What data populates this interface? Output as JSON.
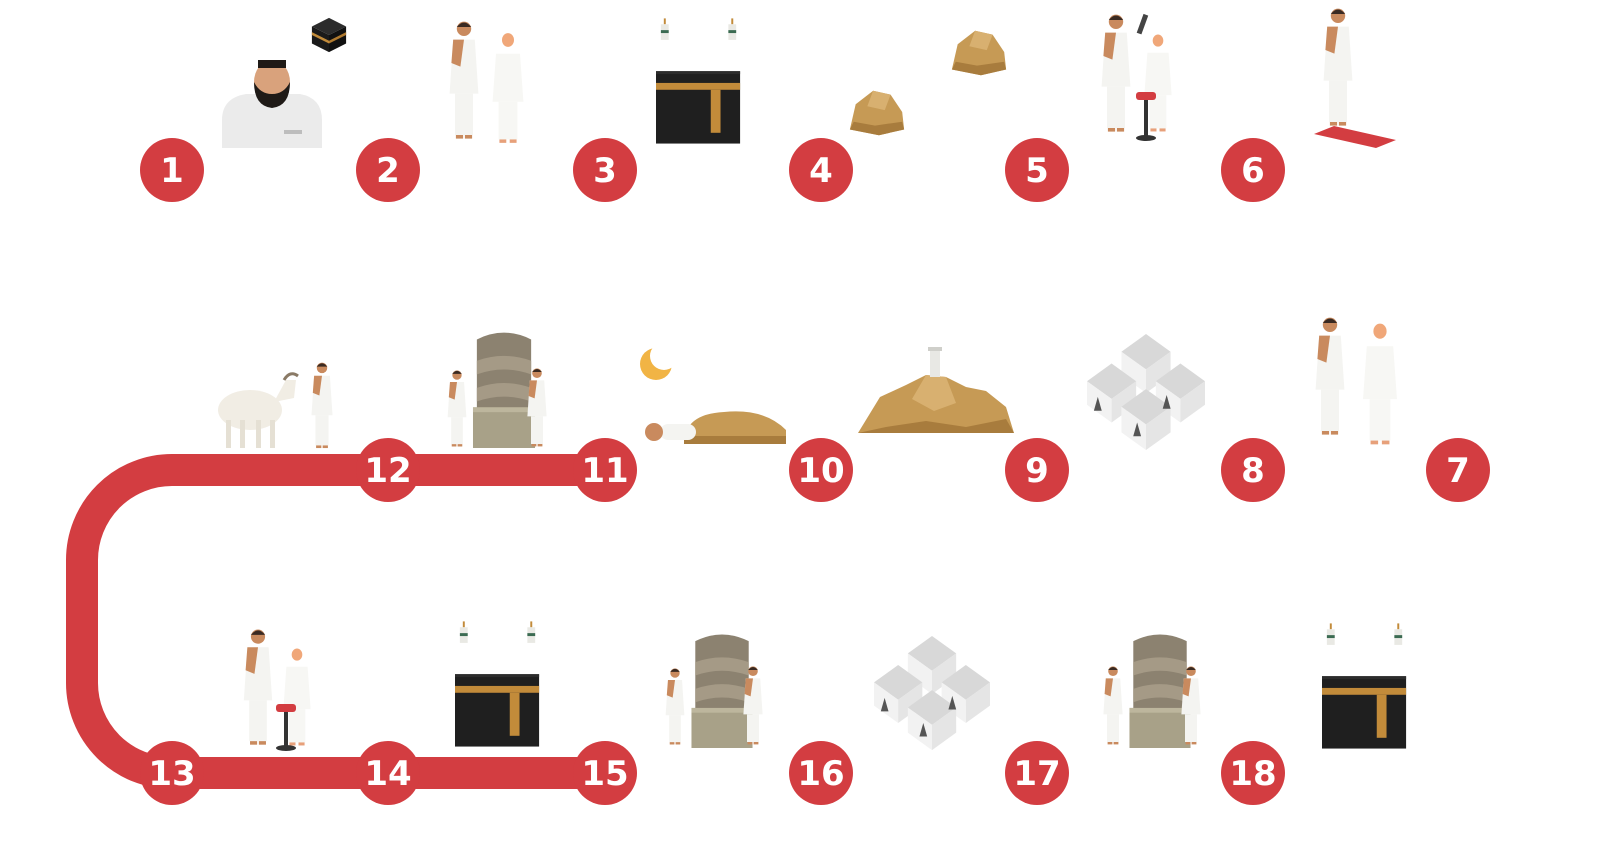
{
  "colors": {
    "accent": "#d33d41",
    "kaaba": "#1f1f1f",
    "gold": "#c28b3a",
    "rock": "#c69a55",
    "rock_dark": "#a87c3d",
    "skin": "#c98a5e",
    "cloth": "#f4f4f1",
    "stone_wall": "#9c917f",
    "moon": "#f1b445",
    "tent": "#d9d9d9"
  },
  "steps": [
    {
      "label": "1",
      "icon": "pilgrim-portrait-icon"
    },
    {
      "label": "2",
      "icon": "pilgrims-ihram-icon"
    },
    {
      "label": "3",
      "icon": "kaaba-icon"
    },
    {
      "label": "4",
      "icon": "rock-safa-icon"
    },
    {
      "label": "5",
      "icon": "rock-marwah-icon"
    },
    {
      "label": "6",
      "icon": "haircut-icon"
    },
    {
      "label": "7",
      "icon": "pilgrims-ihram-icon"
    },
    {
      "label": "8",
      "icon": "tents-mina-icon"
    },
    {
      "label": "9",
      "icon": "mount-arafat-icon"
    },
    {
      "label": "10",
      "icon": "sleeping-pilgrim-icon"
    },
    {
      "label": "11",
      "icon": "jamarat-pillar-icon"
    },
    {
      "label": "12",
      "icon": "animal-sacrifice-icon"
    },
    {
      "label": "13",
      "icon": "haircut-icon"
    },
    {
      "label": "14",
      "icon": "kaaba-icon"
    },
    {
      "label": "15",
      "icon": "kaaba-icon"
    },
    {
      "label": "16",
      "icon": "jamarat-pillar-icon"
    },
    {
      "label": "17",
      "icon": "tents-mina-icon"
    },
    {
      "label": "18",
      "icon": "jamarat-pillar-icon"
    }
  ],
  "extra_icons": [
    "prayer-mat-icon",
    "crescent-moon-icon",
    "kaaba-icon"
  ]
}
